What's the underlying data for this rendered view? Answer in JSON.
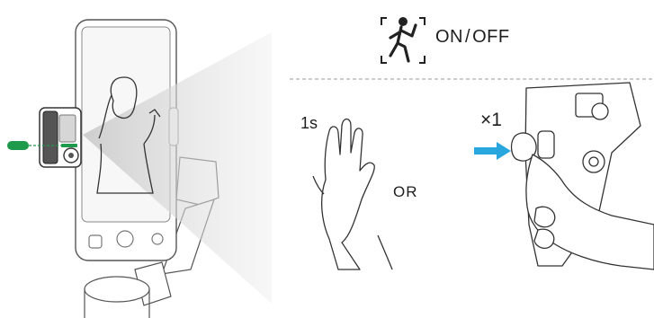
{
  "title": {
    "on": "ON",
    "off": "OFF"
  },
  "gesture": {
    "duration": "1s"
  },
  "divider_word": "OR",
  "button_press": {
    "count": "×1"
  },
  "icons": [
    "phone-gimbal-illustration",
    "tracking-module",
    "person-waving",
    "gesture-tracking-icon",
    "open-hand",
    "hand-pressing-button",
    "arrow-right-blue"
  ],
  "colors": {
    "tracking_green": "#1e9a4c",
    "arrow_blue": "#2aa6df",
    "line": "#333333",
    "shade": "#d9d9d9"
  }
}
